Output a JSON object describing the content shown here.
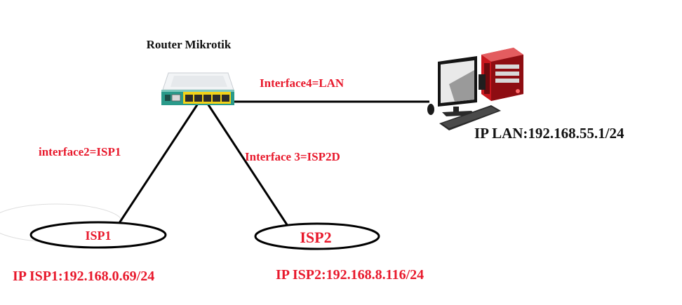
{
  "router": {
    "title": "Router Mikrotik"
  },
  "links": {
    "lan": "Interface4=LAN",
    "isp1": "interface2=ISP1",
    "isp2": "Interface 3=ISP2D"
  },
  "nodes": {
    "isp1": "ISP1",
    "isp2": "ISP2"
  },
  "addresses": {
    "lan": "IP LAN:192.168.55.1/24",
    "isp1": "IP ISP1:192.168.0.69/24",
    "isp2": "IP ISP2:192.168.8.116/24"
  },
  "colors": {
    "label_red": "#e8192c",
    "text_black": "#111111",
    "line": "#000000"
  }
}
